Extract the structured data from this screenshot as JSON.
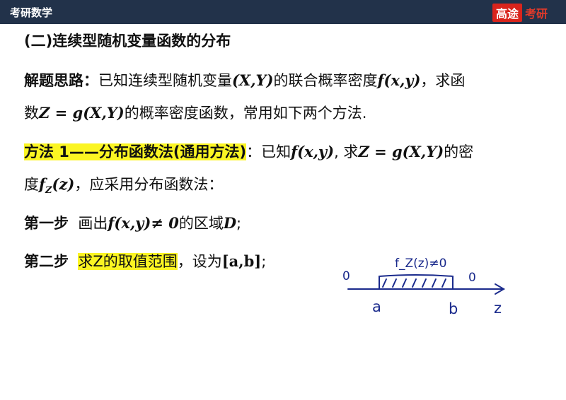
{
  "header": {
    "title": "考研数学",
    "brand_box": "高途",
    "brand_text": "考研"
  },
  "section_title": "(二)连续型随机变量函数的分布",
  "idea": {
    "label": "解题思路：",
    "text1": "已知连续型随机变量",
    "math1": "(X,Y)",
    "text2": "的联合概率密度",
    "math2": "f(x,y)",
    "text3": "，求函",
    "text4": "数",
    "math3": "Z = g(X,Y)",
    "text5": "的概率密度函数，常用如下两个方法."
  },
  "method1": {
    "label": "方法 1——分布函数法(通用方法)",
    "text1": "：已知",
    "math1": "f(x,y)",
    "text2": ", 求",
    "math2": "Z = g(X,Y)",
    "text3": "的密",
    "text4": "度",
    "math3": "f",
    "math3_sub": "Z",
    "math3_arg": "(z)",
    "text5": "，应采用分布函数法："
  },
  "step1": {
    "label": "第一步",
    "text1": "画出",
    "math1": "f(x,y)≠ 0",
    "text2": "的区域",
    "math2": "D",
    "text3": ";"
  },
  "step2": {
    "label": "第二步",
    "highlight": "求Z的取值范围",
    "text1": "，设为",
    "math1": "[a,b]",
    "text2": ";"
  },
  "sketch": {
    "annotation": "f_Z(z)≠0",
    "left_zero": "0",
    "right_zero": "0",
    "label_a": "a",
    "label_b": "b",
    "label_z": "z",
    "ink_color": "#1a2a8c"
  }
}
